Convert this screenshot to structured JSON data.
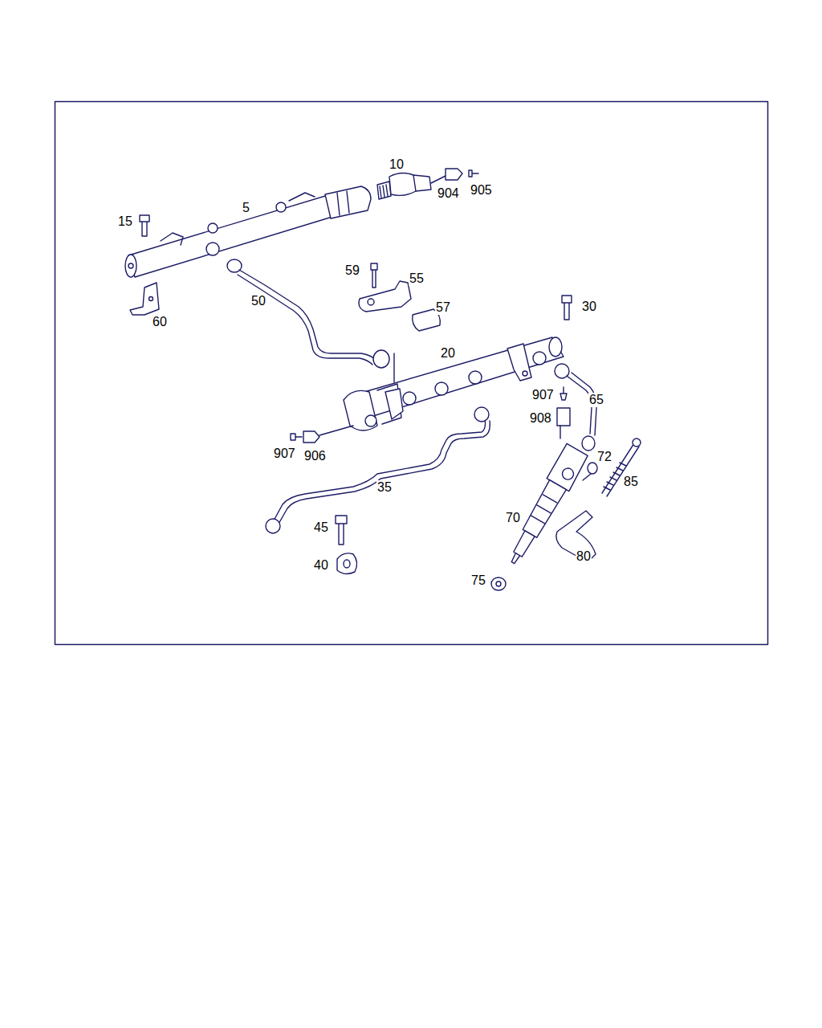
{
  "diagram": {
    "labels": [
      "10",
      "904",
      "905",
      "5",
      "15",
      "59",
      "55",
      "57",
      "30",
      "50",
      "60",
      "20",
      "907",
      "65",
      "908",
      "72",
      "907",
      "906",
      "85",
      "35",
      "70",
      "45",
      "80",
      "40",
      "75"
    ]
  }
}
